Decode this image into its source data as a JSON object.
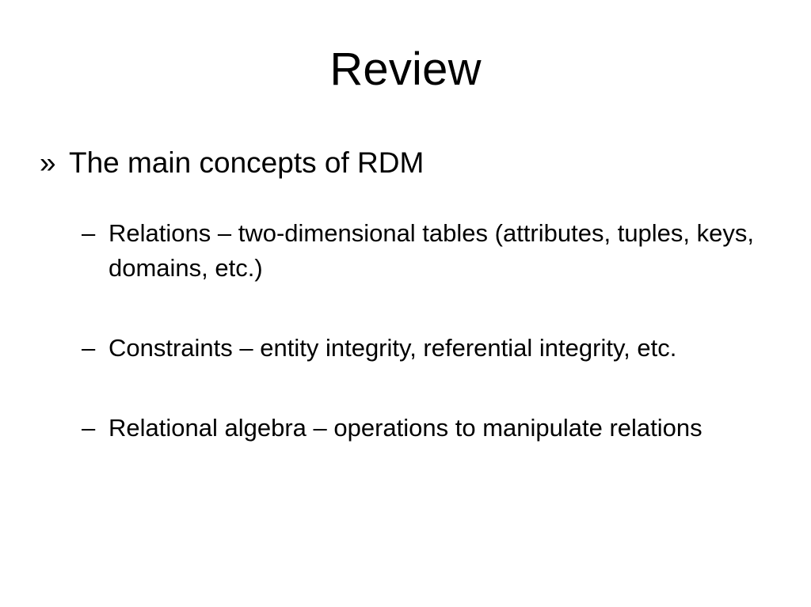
{
  "slide": {
    "title": "Review",
    "background_color": "#ffffff",
    "text_color": "#000000",
    "bullets": [
      {
        "level": 1,
        "marker": "»",
        "marker_name": "double-angle-quote-bullet-icon",
        "text": "The main concepts of RDM",
        "children": [
          {
            "level": 2,
            "marker": "–",
            "marker_name": "en-dash-bullet-icon",
            "text": "Relations – two-dimensional tables (attributes, tuples, keys, domains, etc.)"
          },
          {
            "level": 2,
            "marker": "–",
            "marker_name": "en-dash-bullet-icon",
            "text": "Constraints – entity integrity, referential integrity, etc."
          },
          {
            "level": 2,
            "marker": "–",
            "marker_name": "en-dash-bullet-icon",
            "text": "Relational algebra – operations to manipulate relations"
          }
        ]
      }
    ]
  }
}
